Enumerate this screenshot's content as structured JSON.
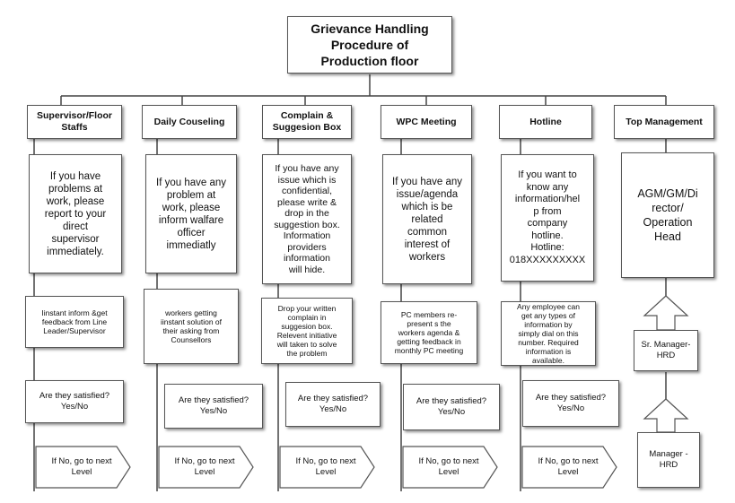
{
  "title": "Grievance Handling\nProcedure of\nProduction floor",
  "columns": [
    {
      "header": "Supervisor/Floor\nStaffs",
      "description": "If you have\nproblems at\nwork, please\nreport to your\ndirect\nsupervisor\nimmediately.",
      "note": "Iinstant inform &get\nfeedback from Line\nLeader/Supervisor",
      "satisfied": "Are they satisfied?\nYes/No",
      "next_level": "If No, go to next\nLevel"
    },
    {
      "header": "Daily Couseling",
      "description": "If you have any\nproblem at\nwork, please\ninform walfare\nofficer\nimmediatly",
      "note": "workers getting\niinstant solution of\ntheir asking from\nCounsellors",
      "satisfied": "Are they satisfied?\nYes/No",
      "next_level": "If No, go to next\nLevel"
    },
    {
      "header": "Complain &\nSuggesion Box",
      "description": "If you have any\nissue which is\nconfidential,\nplease write &\ndrop in the\nsuggestion box.\nInformation\nproviders\ninformation\nwill hide.",
      "note": "Drop your written\ncomplain in\nsuggesion box.\nRelevent initiative\nwill taken to solve\nthe problem",
      "satisfied": "Are they satisfied?\nYes/No",
      "next_level": "If No, go to next\nLevel"
    },
    {
      "header": "WPC Meeting",
      "description": "If you have any\nissue/agenda\nwhich is be\nrelated\ncommon\ninterest of\nworkers",
      "note": "PC members re-\npresent s the\nworkers agenda &\ngetting feedback in\nmonthly PC meeting",
      "satisfied": "Are they satisfied?\nYes/No",
      "next_level": "If No, go to next\nLevel"
    },
    {
      "header": "Hotline",
      "description": "If you want to\nknow any\ninformation/hel\np from\ncompany\nhotline.\nHotline:\n018XXXXXXXXX",
      "note": "Any employee can\nget any types of\ninformation by\nsimply dial on this\nnumber. Required\ninformation is\navailable.",
      "satisfied": "Are they satisfied?\nYes/No",
      "next_level": "If No, go to next\nLevel"
    },
    {
      "header": "Top Management",
      "description": "AGM/GM/Di\nrector/\nOperation\nHead",
      "sr_manager": "Sr. Manager-\nHRD",
      "manager": "Manager -\nHRD"
    }
  ],
  "colors": {
    "border": "#555555",
    "line": "#444444",
    "background": "#ffffff"
  }
}
